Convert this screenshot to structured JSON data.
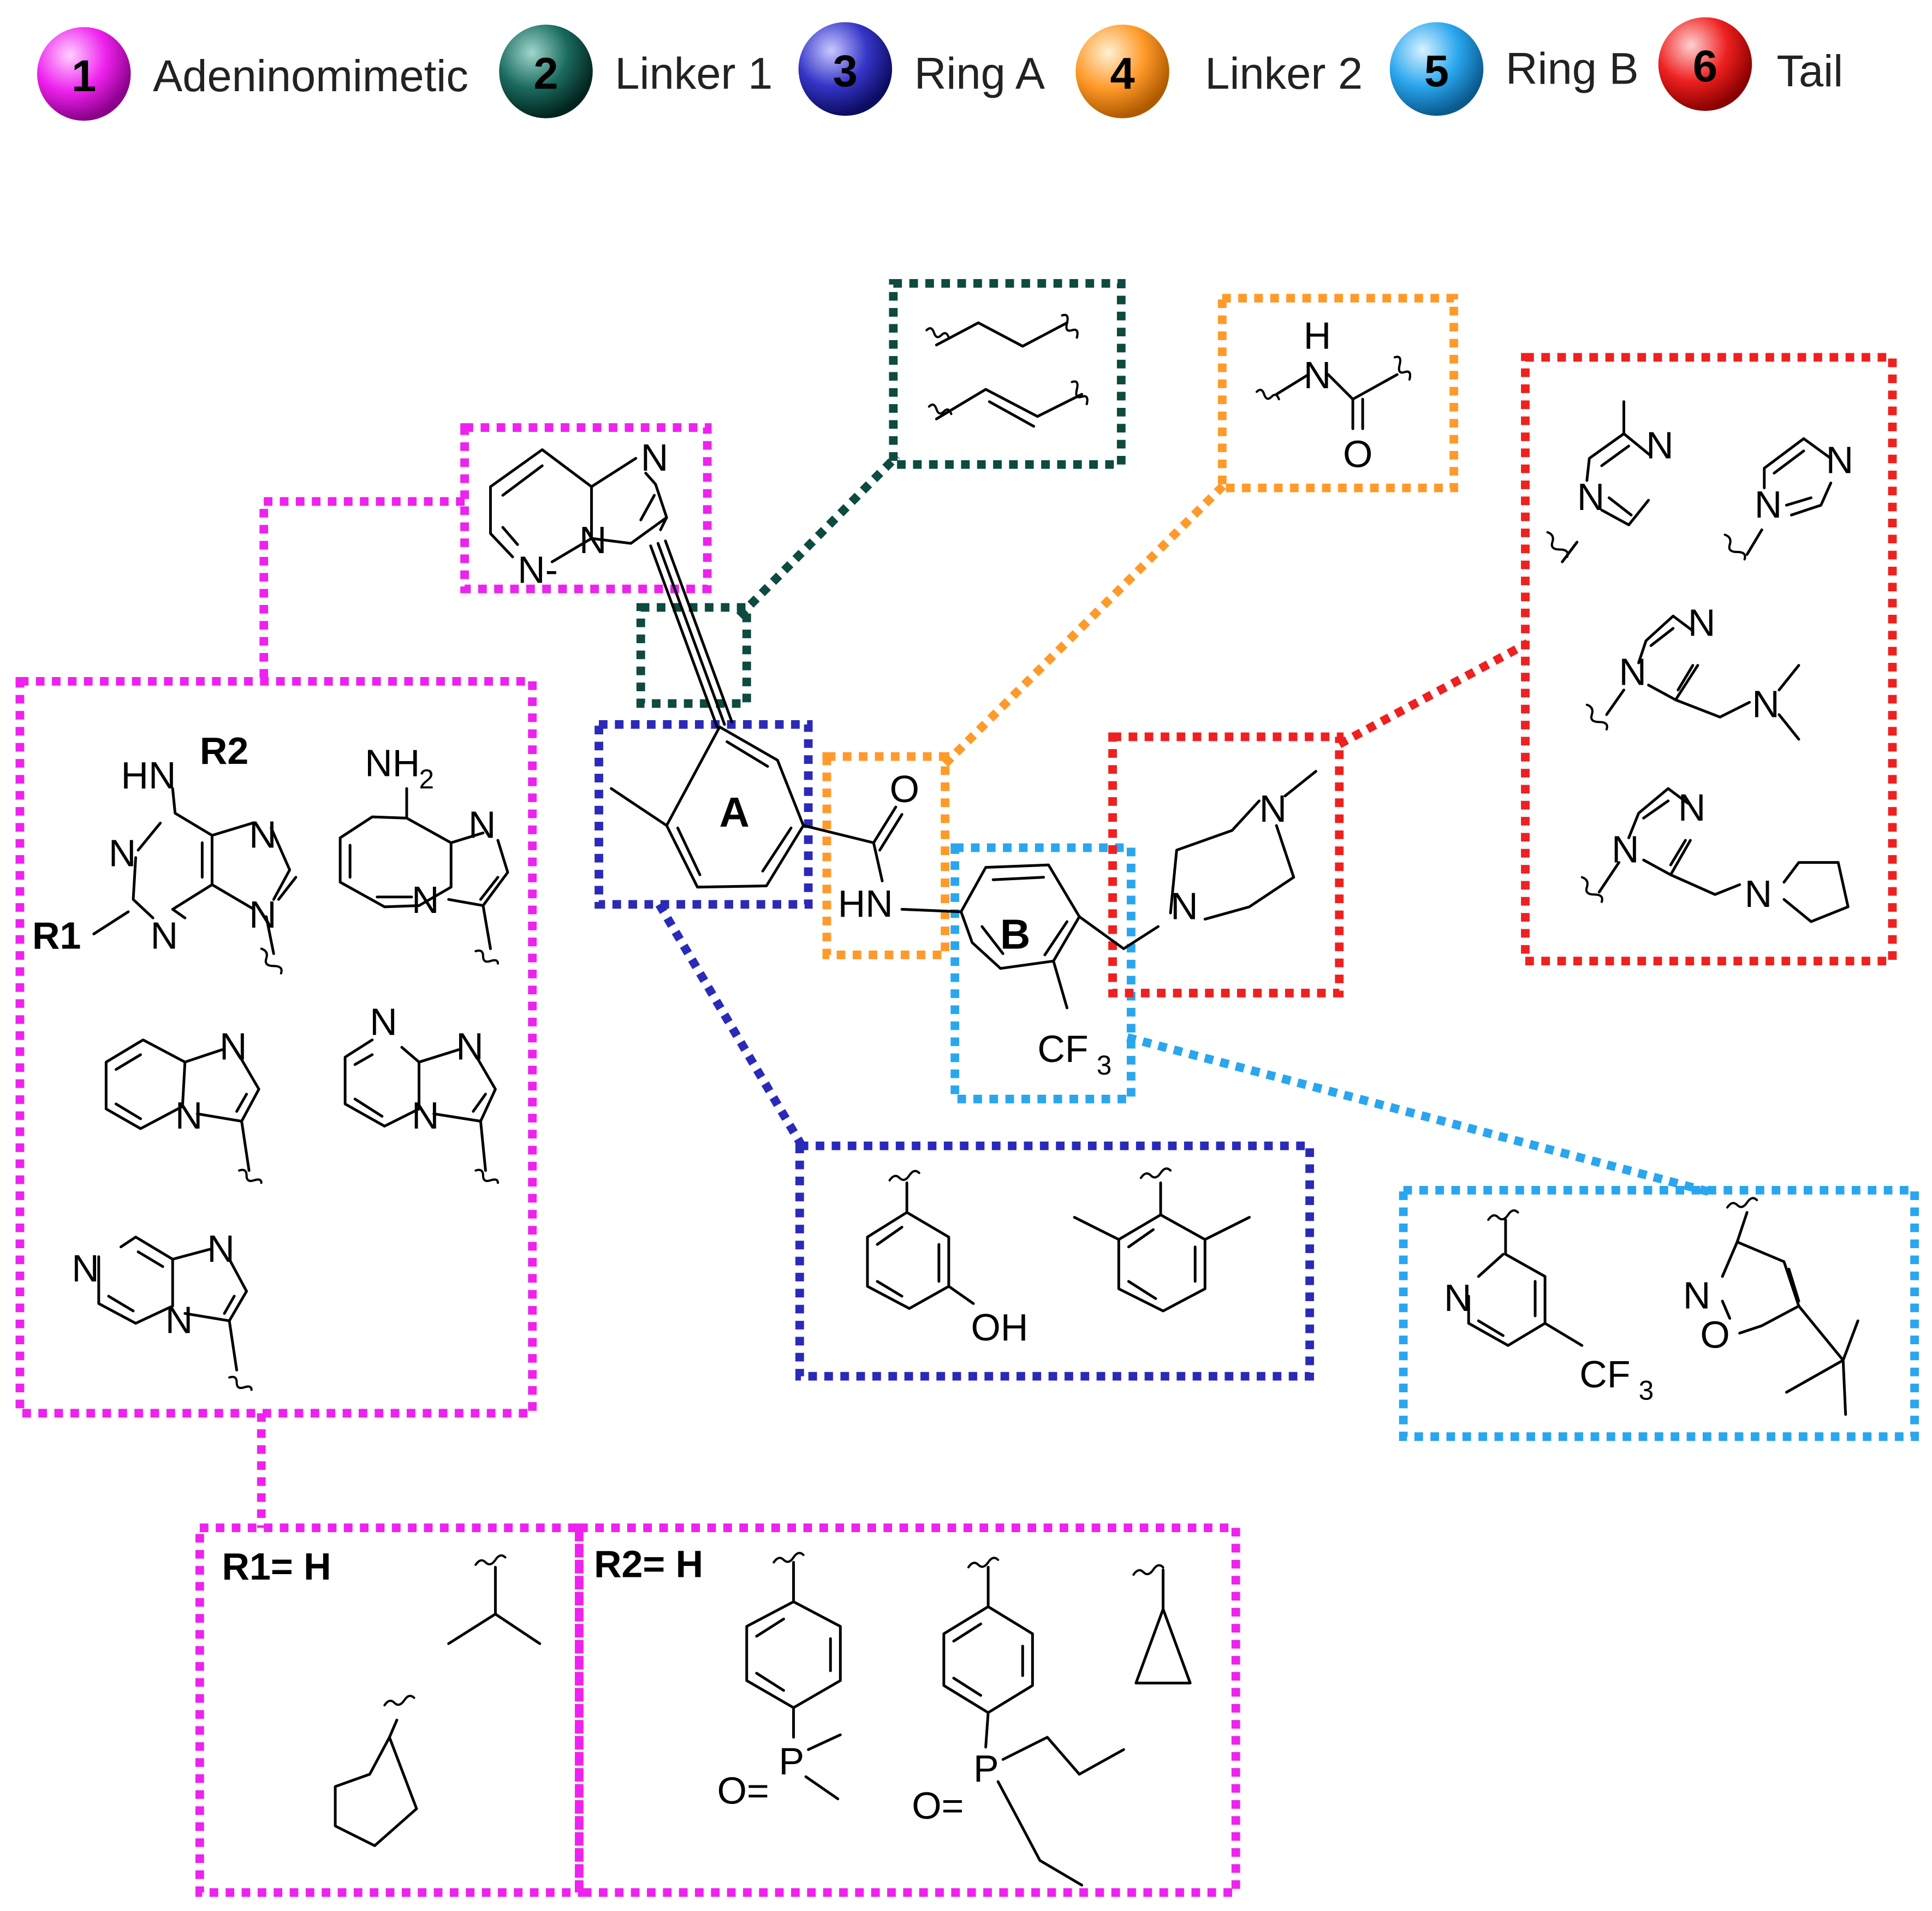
{
  "legend": [
    {
      "num": "1",
      "label": "Adeninomimetic",
      "color": "#ee22ee"
    },
    {
      "num": "2",
      "label": "Linker 1",
      "color": "#0d4a40"
    },
    {
      "num": "3",
      "label": "Ring A",
      "color": "#2a2ab8"
    },
    {
      "num": "4",
      "label": "Linker 2",
      "color": "#ff9a2a"
    },
    {
      "num": "5",
      "label": "Ring B",
      "color": "#2aa6ee"
    },
    {
      "num": "6",
      "label": "Tail",
      "color": "#ee2020"
    }
  ],
  "atoms": {
    "N": "N",
    "N_dash": "N-",
    "HN": "HN",
    "H": "H",
    "O": "O",
    "OH": "OH",
    "NH2": "NH",
    "sub2": "2",
    "sub3": "3",
    "CF": "CF",
    "P": "P",
    "O_eq": "O="
  },
  "labels": {
    "ring_a": "A",
    "ring_b": "B",
    "r1_label": "R1",
    "r2_label": "R2",
    "r1_eq_h": "R1= H",
    "r2_eq_h": "R2= H"
  }
}
